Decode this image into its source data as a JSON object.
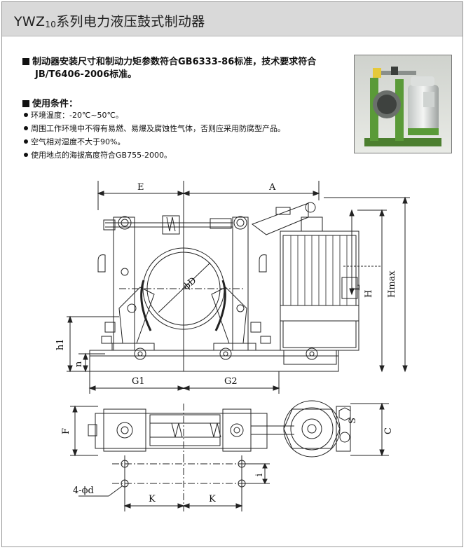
{
  "header": {
    "title_main": "YWZ",
    "title_sub": "10",
    "title_rest": "系列电力液压鼓式制动器"
  },
  "intro": {
    "line1": "制动器安装尺寸和制动力矩参数符合GB6333-86标准，技术要求符合",
    "line2": "JB/T6406-2006标准。"
  },
  "conditions": {
    "heading": "使用条件：",
    "items": [
      "环境温度：-20℃~50℃。",
      "周围工作环境中不得有易燃、易爆及腐蚀性气体，否则应采用防腐型产品。",
      "空气相对湿度不大于90%。",
      "使用地点的海拔高度符合GB755-2000。"
    ]
  },
  "drawing": {
    "front": {
      "E": "E",
      "A": "A",
      "H": "H",
      "Hmax": "Hmax",
      "h1": "h1",
      "n": "n",
      "G1": "G1",
      "G2": "G2",
      "L": "L",
      "phiD": "ϕD"
    },
    "top": {
      "F": "F",
      "C": "C",
      "S": "S",
      "i": "i",
      "K1": "K",
      "K2": "K",
      "hole": "4-ϕd"
    }
  },
  "colors": {
    "header_bg": "#d9d9d9",
    "motor_green": "#5a8f3c",
    "motor_white": "#e8e8e8"
  }
}
